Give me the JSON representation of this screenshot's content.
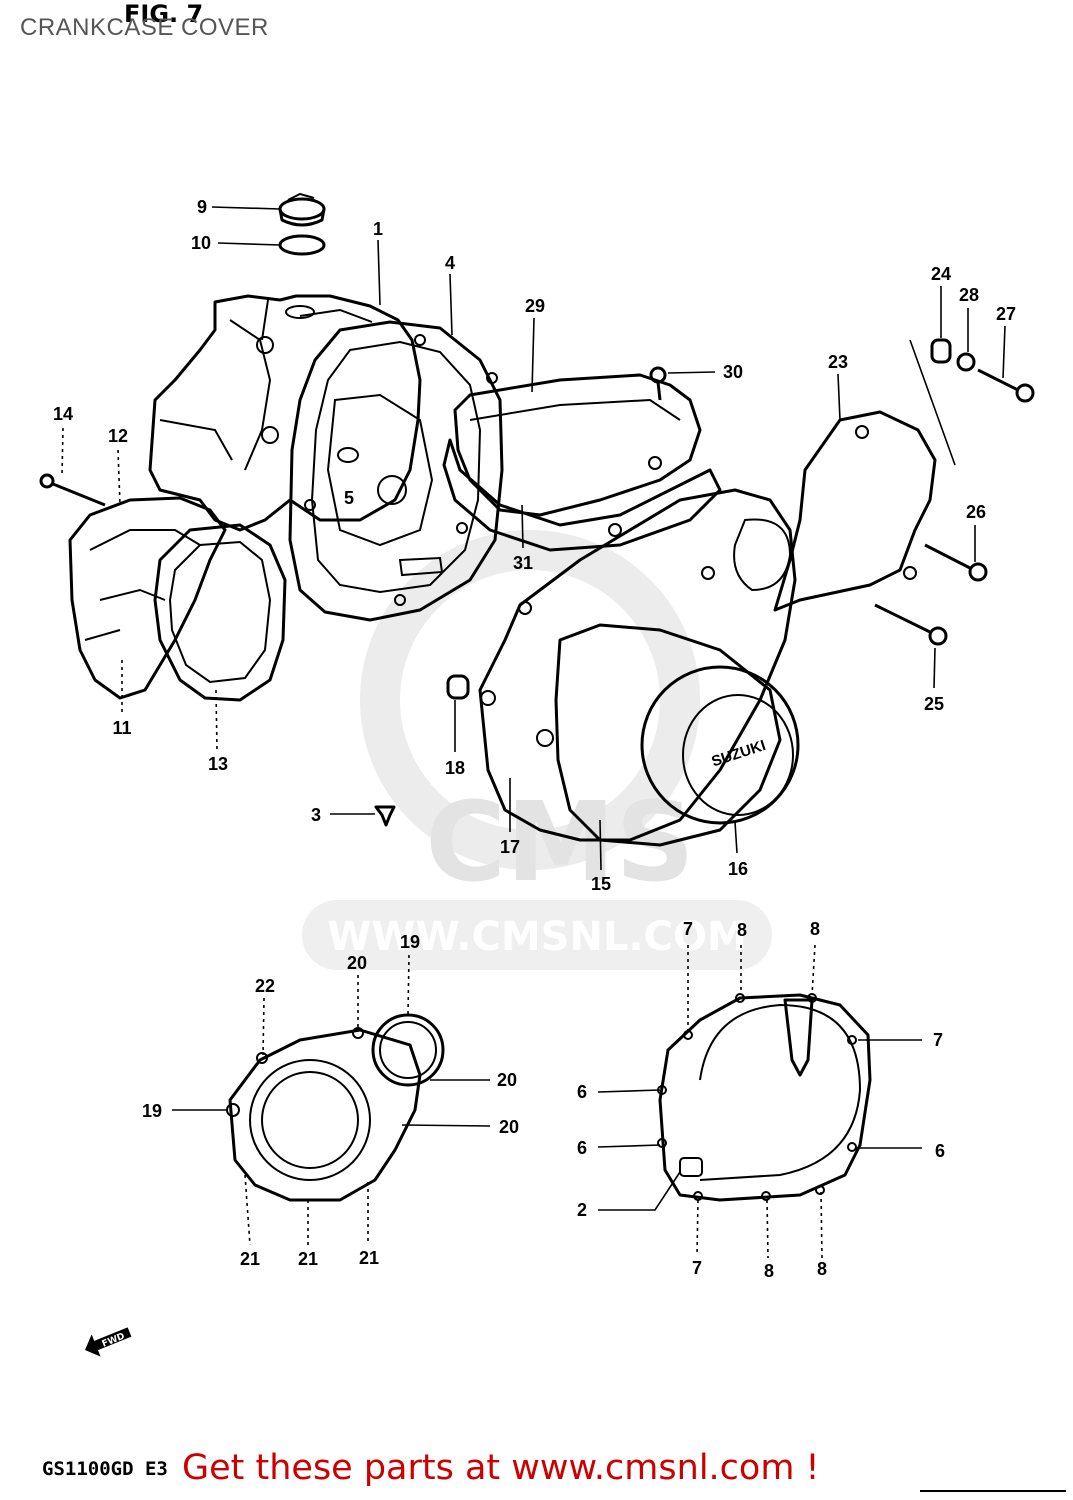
{
  "header": {
    "title": "CRANKCASE COVER",
    "figure": "FIG. 7"
  },
  "footer": {
    "model_code": "GS1100GD E3",
    "cta": "Get these parts at www.cmsnl.com !",
    "cta_blank": "______"
  },
  "watermark": {
    "brand": "CMS",
    "url": "WWW.CMSNL.COM"
  },
  "fwd_arrow": "FWD",
  "cover_logo": "SUZUKI",
  "callouts": {
    "c1": "1",
    "c4": "4",
    "c9": "9",
    "c10": "10",
    "c29": "29",
    "c30": "30",
    "c24": "24",
    "c28": "28",
    "c27": "27",
    "c23": "23",
    "c14": "14",
    "c12": "12",
    "c5": "5",
    "c31": "31",
    "c26": "26",
    "c25": "25",
    "c11": "11",
    "c13": "13",
    "c18": "18",
    "c3": "3",
    "c17": "17",
    "c15": "15",
    "c16": "16",
    "lower_right": {
      "top7": "7",
      "top8a": "8",
      "top8b": "8",
      "right7": "7",
      "left6a": "6",
      "left6b": "6",
      "right6": "6",
      "left2": "2",
      "bot7": "7",
      "bot8a": "8",
      "bot8b": "8"
    },
    "lower_left": {
      "c19top": "19",
      "c20top": "20",
      "c22": "22",
      "c20a": "20",
      "c20b": "20",
      "c19left": "19",
      "c21a": "21",
      "c21b": "21",
      "c21c": "21"
    }
  }
}
